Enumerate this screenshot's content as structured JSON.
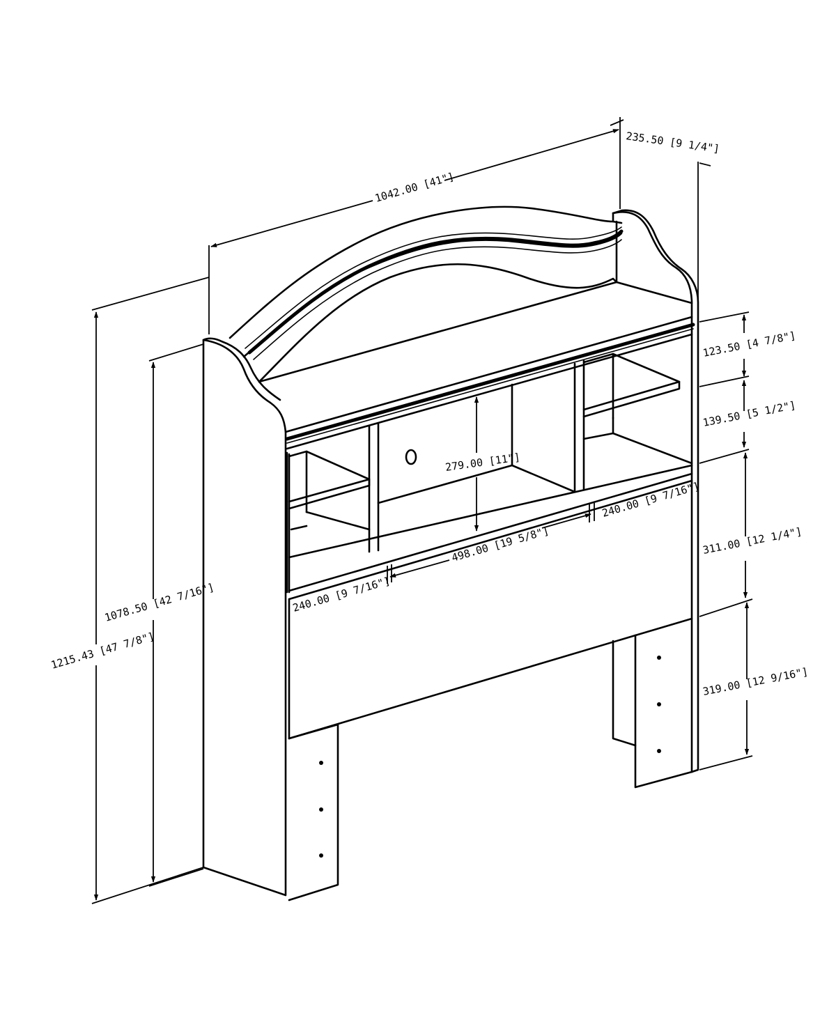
{
  "dimensions": {
    "width": {
      "mm": "1042.00",
      "inch": "[41\"]"
    },
    "depth": {
      "mm": "235.50",
      "inch": "[9 1/4\"]"
    },
    "overall_height": {
      "mm": "1215.43",
      "inch": "[47 7/8\"]"
    },
    "side_height": {
      "mm": "1078.50",
      "inch": "[42 7/16\"]"
    },
    "top_shelf": {
      "mm": "123.50",
      "inch": "[4 7/8\"]"
    },
    "middle_shelf": {
      "mm": "139.50",
      "inch": "[5 1/2\"]"
    },
    "lower_section": {
      "mm": "311.00",
      "inch": "[12 1/4\"]"
    },
    "leg_section": {
      "mm": "319.00",
      "inch": "[12 9/16\"]"
    },
    "center_height": {
      "mm": "279.00",
      "inch": "[11\"]"
    },
    "center_width": {
      "mm": "498.00",
      "inch": "[19 5/8\"]"
    },
    "left_cubby": {
      "mm": "240.00",
      "inch": "[9 7/16\"]"
    },
    "right_cubby": {
      "mm": "240.00",
      "inch": "[9 7/16\"]"
    }
  }
}
